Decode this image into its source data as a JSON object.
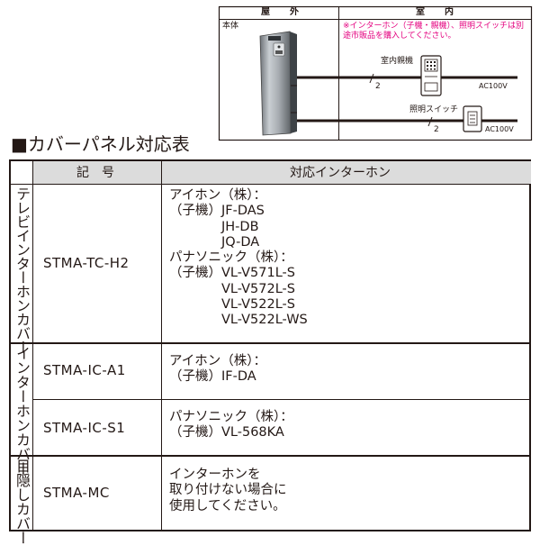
{
  "diagram": {
    "header_outdoor": "屋　外",
    "header_indoor": "室　内",
    "body_label": "本体",
    "note": "※インターホン（子機・親機）、照明スイッチは別途市販品を購入してください。",
    "indoor_unit_label": "室内親機",
    "light_switch_label": "照明スイッチ",
    "wire_count_1": "2",
    "wire_count_2": "2",
    "power_label_1": "AC100V",
    "power_label_2": "AC100V"
  },
  "section_title": "■カバーパネル対応表",
  "table": {
    "headers": {
      "code": "記　号",
      "intercom": "対応インターホン"
    },
    "groups": [
      {
        "category": "テレビインターホンカバー",
        "rows": [
          {
            "code": "STMA-TC-H2",
            "models": "アイホン（株）：\n（子機）JF-DAS\n　　　　JH-DB\n　　　　JQ-DA\nパナソニック（株）：\n（子機）VL-V571L-S\n　　　　VL-V572L-S\n　　　　VL-V522L-S\n　　　　VL-V522L-WS"
          }
        ]
      },
      {
        "category": "インターホンカバー",
        "rows": [
          {
            "code": "STMA-IC-A1",
            "models": "アイホン（株）：\n（子機）IF-DA"
          },
          {
            "code": "STMA-IC-S1",
            "models": "パナソニック（株）：\n（子機）VL-568KA"
          }
        ]
      },
      {
        "category": "目隠しカバー",
        "rows": [
          {
            "code": "STMA-MC",
            "models": "インターホンを\n取り付けない場合に\n使用してください。"
          }
        ]
      }
    ]
  }
}
